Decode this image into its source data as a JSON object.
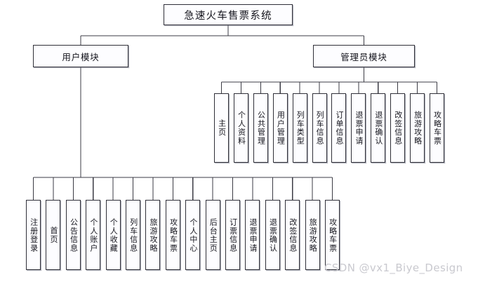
{
  "diagram": {
    "title": "急速火车售票系统",
    "type": "system-structure-tree",
    "root": {
      "label": "急速火车售票系统"
    },
    "modules": [
      {
        "label": "用户模块"
      },
      {
        "label": "管理员模块"
      }
    ],
    "user_module_items": [
      {
        "label": "注册登录"
      },
      {
        "label": "首页"
      },
      {
        "label": "公告信息"
      },
      {
        "label": "个人账户"
      },
      {
        "label": "个人收藏"
      },
      {
        "label": "列车信息"
      },
      {
        "label": "旅游攻略"
      },
      {
        "label": "攻略车票"
      },
      {
        "label": "个人中心"
      },
      {
        "label": "后台主页"
      },
      {
        "label": "订票信息"
      },
      {
        "label": "退票申请"
      },
      {
        "label": "退票确认"
      },
      {
        "label": "改签信息"
      },
      {
        "label": "旅游攻略"
      },
      {
        "label": "攻略车票"
      }
    ],
    "admin_module_items": [
      {
        "label": "主页"
      },
      {
        "label": "个人资料"
      },
      {
        "label": "公共管理"
      },
      {
        "label": "用户管理"
      },
      {
        "label": "列车类型"
      },
      {
        "label": "列车信息"
      },
      {
        "label": "订单信息"
      },
      {
        "label": "退票申请"
      },
      {
        "label": "退票确认"
      },
      {
        "label": "改签信息"
      },
      {
        "label": "旅游攻略"
      },
      {
        "label": "攻略车票"
      }
    ],
    "watermark": "CSDN @vx1_Biye_Design",
    "colors": {
      "box_border": "#2f2f38",
      "box_fill": "#fdfdff",
      "connector": "#3b3b44",
      "text": "#14141c",
      "watermark": "#c9c9cf",
      "background": "#ffffff"
    }
  }
}
